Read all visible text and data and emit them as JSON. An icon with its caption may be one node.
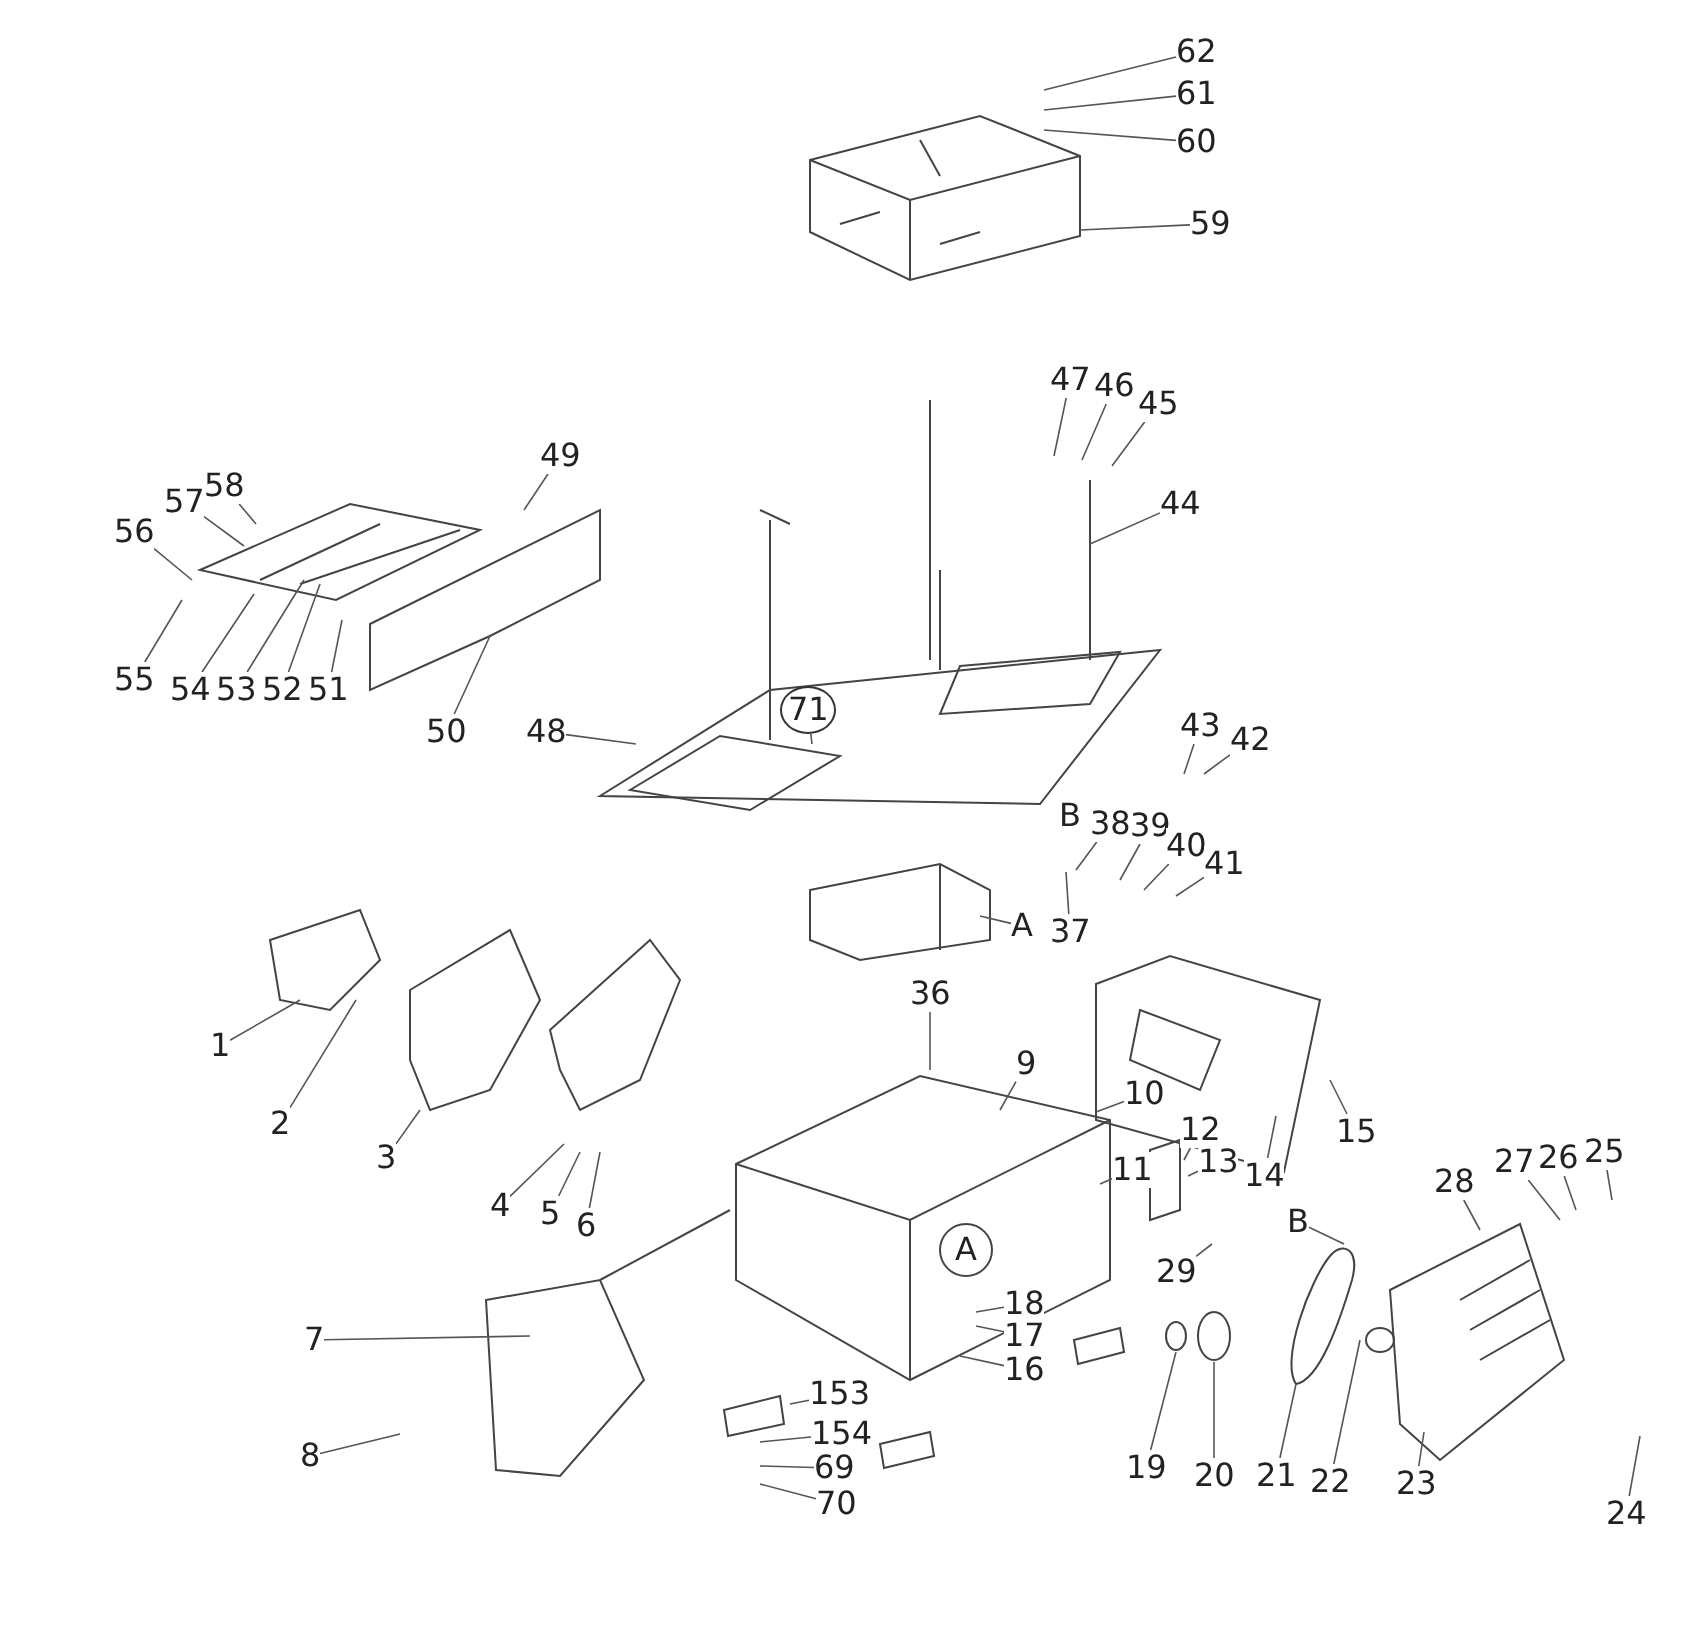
{
  "diagram": {
    "nodes": [
      {
        "text": [
          "62"
        ]
      },
      {
        "text": [
          "61"
        ]
      },
      {
        "text": [
          "60"
        ]
      },
      {
        "text": [
          "59"
        ]
      },
      {
        "text": [
          "47"
        ]
      },
      {
        "text": [
          "46"
        ]
      },
      {
        "text": [
          "45"
        ]
      },
      {
        "text": [
          "44"
        ]
      },
      {
        "text": [
          "49"
        ]
      },
      {
        "text": [
          "58"
        ]
      },
      {
        "text": [
          "57"
        ]
      },
      {
        "text": [
          "56"
        ]
      },
      {
        "text": [
          "55"
        ]
      },
      {
        "text": [
          "54"
        ]
      },
      {
        "text": [
          "53"
        ]
      },
      {
        "text": [
          "52"
        ]
      },
      {
        "text": [
          "51"
        ]
      },
      {
        "text": [
          "50"
        ]
      },
      {
        "text": [
          "48"
        ]
      },
      {
        "text": [
          "71"
        ]
      },
      {
        "text": [
          "43"
        ]
      },
      {
        "text": [
          "42"
        ]
      },
      {
        "text": [
          "38"
        ]
      },
      {
        "text": [
          "39"
        ]
      },
      {
        "text": [
          "40"
        ]
      },
      {
        "text": [
          "41"
        ]
      },
      {
        "text": [
          "A"
        ]
      },
      {
        "text": [
          "37"
        ]
      },
      {
        "text": [
          "36"
        ]
      },
      {
        "text": [
          "9"
        ]
      },
      {
        "text": [
          "10"
        ]
      },
      {
        "text": [
          "11"
        ]
      },
      {
        "text": [
          "12"
        ]
      },
      {
        "text": [
          "13"
        ]
      },
      {
        "text": [
          "14"
        ]
      },
      {
        "text": [
          "15"
        ]
      },
      {
        "text": [
          "1"
        ]
      },
      {
        "text": [
          "2"
        ]
      },
      {
        "text": [
          "3"
        ]
      },
      {
        "text": [
          "4"
        ]
      },
      {
        "text": [
          "5"
        ]
      },
      {
        "text": [
          "6"
        ]
      },
      {
        "text": [
          "7"
        ]
      },
      {
        "text": [
          "8"
        ]
      },
      {
        "text": [
          "153"
        ]
      },
      {
        "text": [
          "154"
        ]
      },
      {
        "text": [
          "69"
        ]
      },
      {
        "text": [
          "70"
        ]
      },
      {
        "text": [
          "18"
        ]
      },
      {
        "text": [
          "17"
        ]
      },
      {
        "text": [
          "16"
        ]
      },
      {
        "text": [
          "29"
        ]
      },
      {
        "text": [
          "19"
        ]
      },
      {
        "text": [
          "20"
        ]
      },
      {
        "text": [
          "21"
        ]
      },
      {
        "text": [
          "22"
        ]
      },
      {
        "text": [
          "23"
        ]
      },
      {
        "text": [
          "24"
        ]
      },
      {
        "text": [
          "25"
        ]
      },
      {
        "text": [
          "26"
        ]
      },
      {
        "text": [
          "27"
        ]
      },
      {
        "text": [
          "28"
        ]
      },
      {
        "text": [
          "B"
        ]
      }
    ],
    "edges": [
      {
        "from": 0,
        "to": null,
        "arrow": "none"
      },
      {
        "from": 1,
        "to": null,
        "arrow": "none"
      },
      {
        "from": 2,
        "to": null,
        "arrow": "none"
      },
      {
        "from": 3,
        "to": null,
        "arrow": "none"
      },
      {
        "from": 4,
        "to": null,
        "arrow": "none"
      },
      {
        "from": 5,
        "to": null,
        "arrow": "none"
      },
      {
        "from": 6,
        "to": null,
        "arrow": "none"
      },
      {
        "from": 7,
        "to": null,
        "arrow": "none"
      },
      {
        "from": 8,
        "to": null,
        "arrow": "none"
      },
      {
        "from": 9,
        "to": null,
        "arrow": "none"
      },
      {
        "from": 10,
        "to": null,
        "arrow": "none"
      },
      {
        "from": 11,
        "to": null,
        "arrow": "none"
      },
      {
        "from": 12,
        "to": null,
        "arrow": "none"
      },
      {
        "from": 13,
        "to": null,
        "arrow": "none"
      },
      {
        "from": 14,
        "to": null,
        "arrow": "none"
      },
      {
        "from": 15,
        "to": null,
        "arrow": "none"
      },
      {
        "from": 16,
        "to": null,
        "arrow": "none"
      },
      {
        "from": 17,
        "to": null,
        "arrow": "none"
      },
      {
        "from": 18,
        "to": null,
        "arrow": "none"
      },
      {
        "from": 19,
        "to": null,
        "arrow": "none"
      },
      {
        "from": 20,
        "to": null,
        "arrow": "none"
      },
      {
        "from": 21,
        "to": null,
        "arrow": "none"
      },
      {
        "from": 22,
        "to": null,
        "arrow": "none"
      },
      {
        "from": 23,
        "to": null,
        "arrow": "none"
      },
      {
        "from": 24,
        "to": null,
        "arrow": "none"
      },
      {
        "from": 25,
        "to": null,
        "arrow": "none"
      },
      {
        "from": 26,
        "to": null,
        "arrow": "none"
      },
      {
        "from": 27,
        "to": null,
        "arrow": "none"
      },
      {
        "from": 28,
        "to": null,
        "arrow": "none"
      },
      {
        "from": 29,
        "to": null,
        "arrow": "none"
      },
      {
        "from": 30,
        "to": null,
        "arrow": "none"
      },
      {
        "from": 31,
        "to": null,
        "arrow": "none"
      },
      {
        "from": 32,
        "to": null,
        "arrow": "none"
      },
      {
        "from": 33,
        "to": null,
        "arrow": "none"
      },
      {
        "from": 34,
        "to": null,
        "arrow": "none"
      },
      {
        "from": 35,
        "to": null,
        "arrow": "none"
      },
      {
        "from": 36,
        "to": null,
        "arrow": "none"
      },
      {
        "from": 37,
        "to": null,
        "arrow": "none"
      },
      {
        "from": 38,
        "to": null,
        "arrow": "none"
      },
      {
        "from": 39,
        "to": null,
        "arrow": "none"
      },
      {
        "from": 40,
        "to": null,
        "arrow": "none"
      },
      {
        "from": 41,
        "to": null,
        "arrow": "none"
      },
      {
        "from": 42,
        "to": null,
        "arrow": "none"
      },
      {
        "from": 43,
        "to": null,
        "arrow": "none"
      },
      {
        "from": 44,
        "to": null,
        "arrow": "none"
      },
      {
        "from": 45,
        "to": null,
        "arrow": "none"
      },
      {
        "from": 46,
        "to": null,
        "arrow": "none"
      },
      {
        "from": 47,
        "to": null,
        "arrow": "none"
      },
      {
        "from": 48,
        "to": null,
        "arrow": "none"
      },
      {
        "from": 49,
        "to": null,
        "arrow": "none"
      },
      {
        "from": 50,
        "to": null,
        "arrow": "none"
      },
      {
        "from": 51,
        "to": null,
        "arrow": "none"
      },
      {
        "from": 52,
        "to": null,
        "arrow": "none"
      },
      {
        "from": 53,
        "to": null,
        "arrow": "none"
      },
      {
        "from": 54,
        "to": null,
        "arrow": "none"
      },
      {
        "from": 55,
        "to": null,
        "arrow": "none"
      },
      {
        "from": 56,
        "to": null,
        "arrow": "none"
      },
      {
        "from": 57,
        "to": null,
        "arrow": "none"
      },
      {
        "from": 58,
        "to": null,
        "arrow": "none"
      },
      {
        "from": 59,
        "to": null,
        "arrow": "none"
      },
      {
        "from": 60,
        "to": null,
        "arrow": "none"
      },
      {
        "from": 61,
        "to": null,
        "arrow": "none"
      },
      {
        "from": 62,
        "to": null,
        "arrow": "none"
      }
    ],
    "labels": [
      "B",
      "A"
    ]
  }
}
